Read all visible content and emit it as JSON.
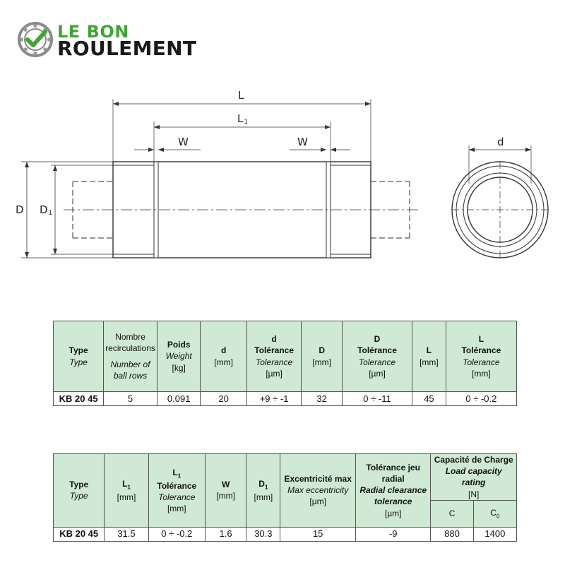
{
  "logo": {
    "line1": "LE BON",
    "line2": "ROULEMENT",
    "accent_color": "#3fa535",
    "icon": "bearing-check-icon"
  },
  "drawing": {
    "labels": {
      "L": "L",
      "L1": "L",
      "L1_sub": "1",
      "W_left": "W",
      "W_right": "W",
      "D": "D",
      "D1": "D",
      "D1_sub": "1",
      "d": "d"
    }
  },
  "table1": {
    "headers": [
      {
        "fr": "Type",
        "en": "Type"
      },
      {
        "fr": "Nombre recirculations",
        "en": "Number of ball rows"
      },
      {
        "fr": "Poids",
        "en": "Weight",
        "unit": "[kg]"
      },
      {
        "fr": "d",
        "unit": "[mm]"
      },
      {
        "fr": "d",
        "fr2": "Tolérance",
        "en": "Tolerance",
        "unit": "[µm]"
      },
      {
        "fr": "D",
        "unit": "[mm]"
      },
      {
        "fr": "D",
        "fr2": "Tolérance",
        "en": "Tolerance",
        "unit": "[µm]"
      },
      {
        "fr": "L",
        "unit": "[mm]"
      },
      {
        "fr": "L",
        "fr2": "Tolérance",
        "en": "Tolerance",
        "unit": "[mm]"
      }
    ],
    "row": [
      "KB 20 45",
      "5",
      "0.091",
      "20",
      "+9  ÷  -1",
      "32",
      "0  ÷  -11",
      "45",
      "0  ÷  -0.2"
    ]
  },
  "table2": {
    "headers": [
      {
        "fr": "Type",
        "en": "Type"
      },
      {
        "fr": "L",
        "sub": "1",
        "unit": "[mm]"
      },
      {
        "fr": "L",
        "sub": "1",
        "fr2": "Tolérance",
        "en": "Tolerance",
        "unit": "[mm]"
      },
      {
        "fr": "W",
        "unit": "[mm]"
      },
      {
        "fr": "D",
        "sub": "1",
        "unit": "[mm]"
      },
      {
        "fr": "Excentricité max",
        "en": "Max eccentricity",
        "unit": "[µm]"
      },
      {
        "fr": "Tolérance jeu radial",
        "en": "Radial clearance tolerance",
        "unit": "[µm]"
      },
      {
        "fr": "Capacité de Charge",
        "en": "Load capacity rating",
        "unit": "[N]",
        "sub1": "C",
        "sub2": "C",
        "sub2_sub": "0"
      }
    ],
    "row": [
      "KB 20 45",
      "31.5",
      "0  ÷  -0.2",
      "1.6",
      "30.3",
      "15",
      "-9",
      "880",
      "1400"
    ]
  }
}
